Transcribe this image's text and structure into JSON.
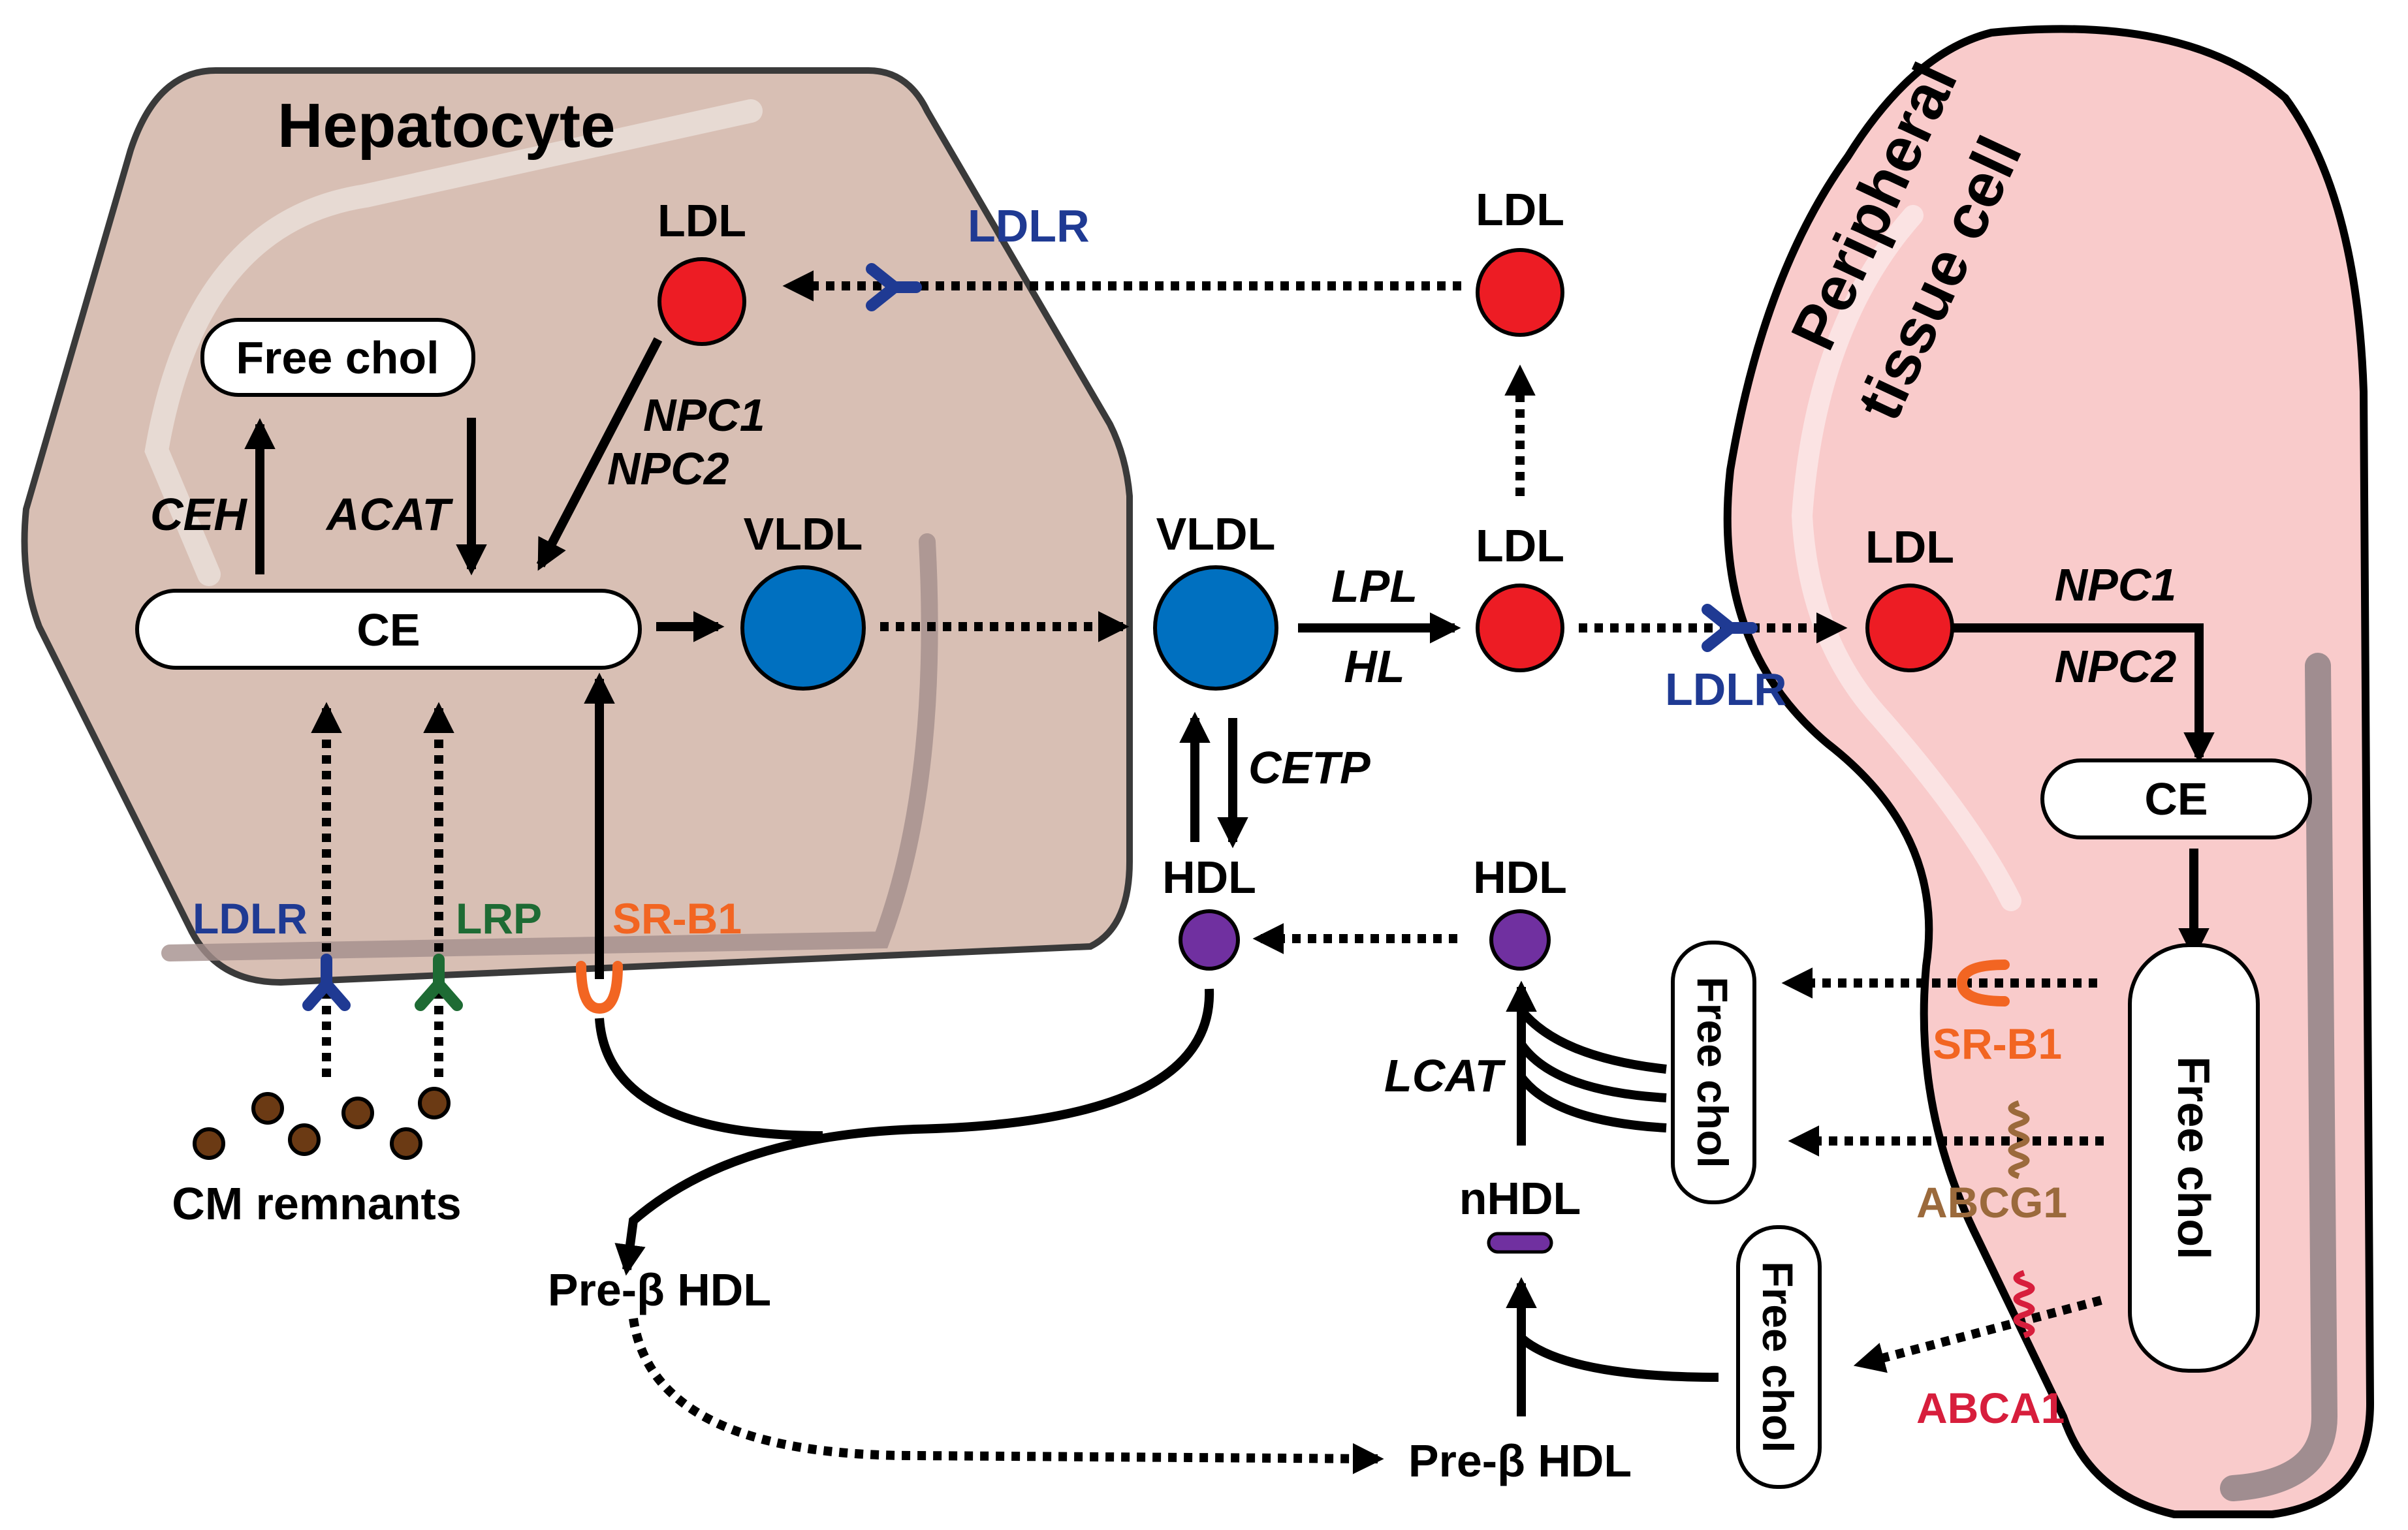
{
  "hepatocyte": {
    "title": "Hepatocyte",
    "free_chol": "Free chol",
    "ce": "CE",
    "ldl": "LDL",
    "vldl": "VLDL",
    "ceh": "CEH",
    "acat": "ACAT",
    "npc1": "NPC1",
    "npc2": "NPC2",
    "ldlr": "LDLR",
    "lrp": "LRP",
    "srb1": "SR-B1",
    "cm_remnants": "CM remnants"
  },
  "plasma": {
    "ldlr_top": "LDLR",
    "ldl_top": "LDL",
    "vldl": "VLDL",
    "lpl": "LPL",
    "hl": "HL",
    "ldl_mid": "LDL",
    "cetp": "CETP",
    "hdl_left": "HDL",
    "hdl_right": "HDL",
    "lcat": "LCAT",
    "nhdl": "nHDL",
    "pre_beta_left": "Pre-β HDL",
    "pre_beta_right": "Pre-β HDL",
    "free_chol_upper": "Free chol",
    "free_chol_lower": "Free chol"
  },
  "peripheral": {
    "title_line1": "Peripheral",
    "title_line2": "tissue cell",
    "ldl": "LDL",
    "ldlr": "LDLR",
    "npc1": "NPC1",
    "npc2": "NPC2",
    "ce": "CE",
    "free_chol": "Free chol",
    "srb1": "SR-B1",
    "abcg1": "ABCG1",
    "abca1": "ABCA1"
  },
  "colors": {
    "hepatocyte_fill": "#d8bfb4",
    "peripheral_fill": "#f9cbcb",
    "ldl_red": "#ed1c24",
    "vldl_blue": "#0070c0",
    "hdl_purple": "#7030a0",
    "ldlr_blue": "#1f3a93",
    "lrp_green": "#1e6b34",
    "srb1_orange": "#f26522",
    "abcg1_brown": "#9b6a3c",
    "abca1_red": "#d71e3c",
    "cm_remnant_brown": "#6b3a14"
  }
}
